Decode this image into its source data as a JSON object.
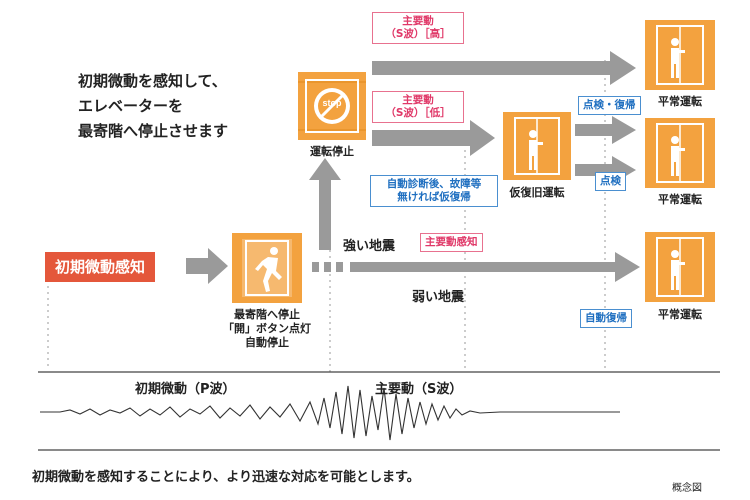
{
  "intro": {
    "line1": "初期微動を感知して、",
    "line2": "エレベーターを",
    "line3": "最寄階へ停止させます"
  },
  "detect_label": "初期微動感知",
  "stop_sign": "stop",
  "states": {
    "nearest_stop": {
      "line1": "最寄階へ停止",
      "line2": "「開」ボタン点灯",
      "line3": "自動停止"
    },
    "operation_stop": "運転停止",
    "temp_restore": "仮復旧運転",
    "normal_1": "平常運転",
    "normal_2": "平常運転",
    "normal_3": "平常運転"
  },
  "tags": {
    "main_high": {
      "line1": "主要動",
      "line2": "（S波）［高］"
    },
    "main_low": {
      "line1": "主要動",
      "line2": "（S波）［低］"
    },
    "auto_diag": {
      "line1": "自動診断後、故障等",
      "line2": "無ければ仮復帰"
    },
    "main_detect": "主要動感知",
    "inspect_restore": "点検・復帰",
    "inspect": "点検",
    "auto_restore": "自動復帰"
  },
  "quake": {
    "strong": "強い地震",
    "weak": "弱い地震"
  },
  "waves": {
    "p_wave": "初期微動（P波）",
    "s_wave": "主要動（S波）"
  },
  "caption": "初期微動を感知することにより、より迅速な対応を可能とします。",
  "concept_label": "概念図",
  "colors": {
    "orange": "#f3a23f",
    "orange_dark": "#e08a1e",
    "arrow_gray": "#9a9a9a",
    "banner_red": "#e4573b",
    "tag_pink": "#e03868",
    "tag_blue": "#1f6fc0"
  }
}
